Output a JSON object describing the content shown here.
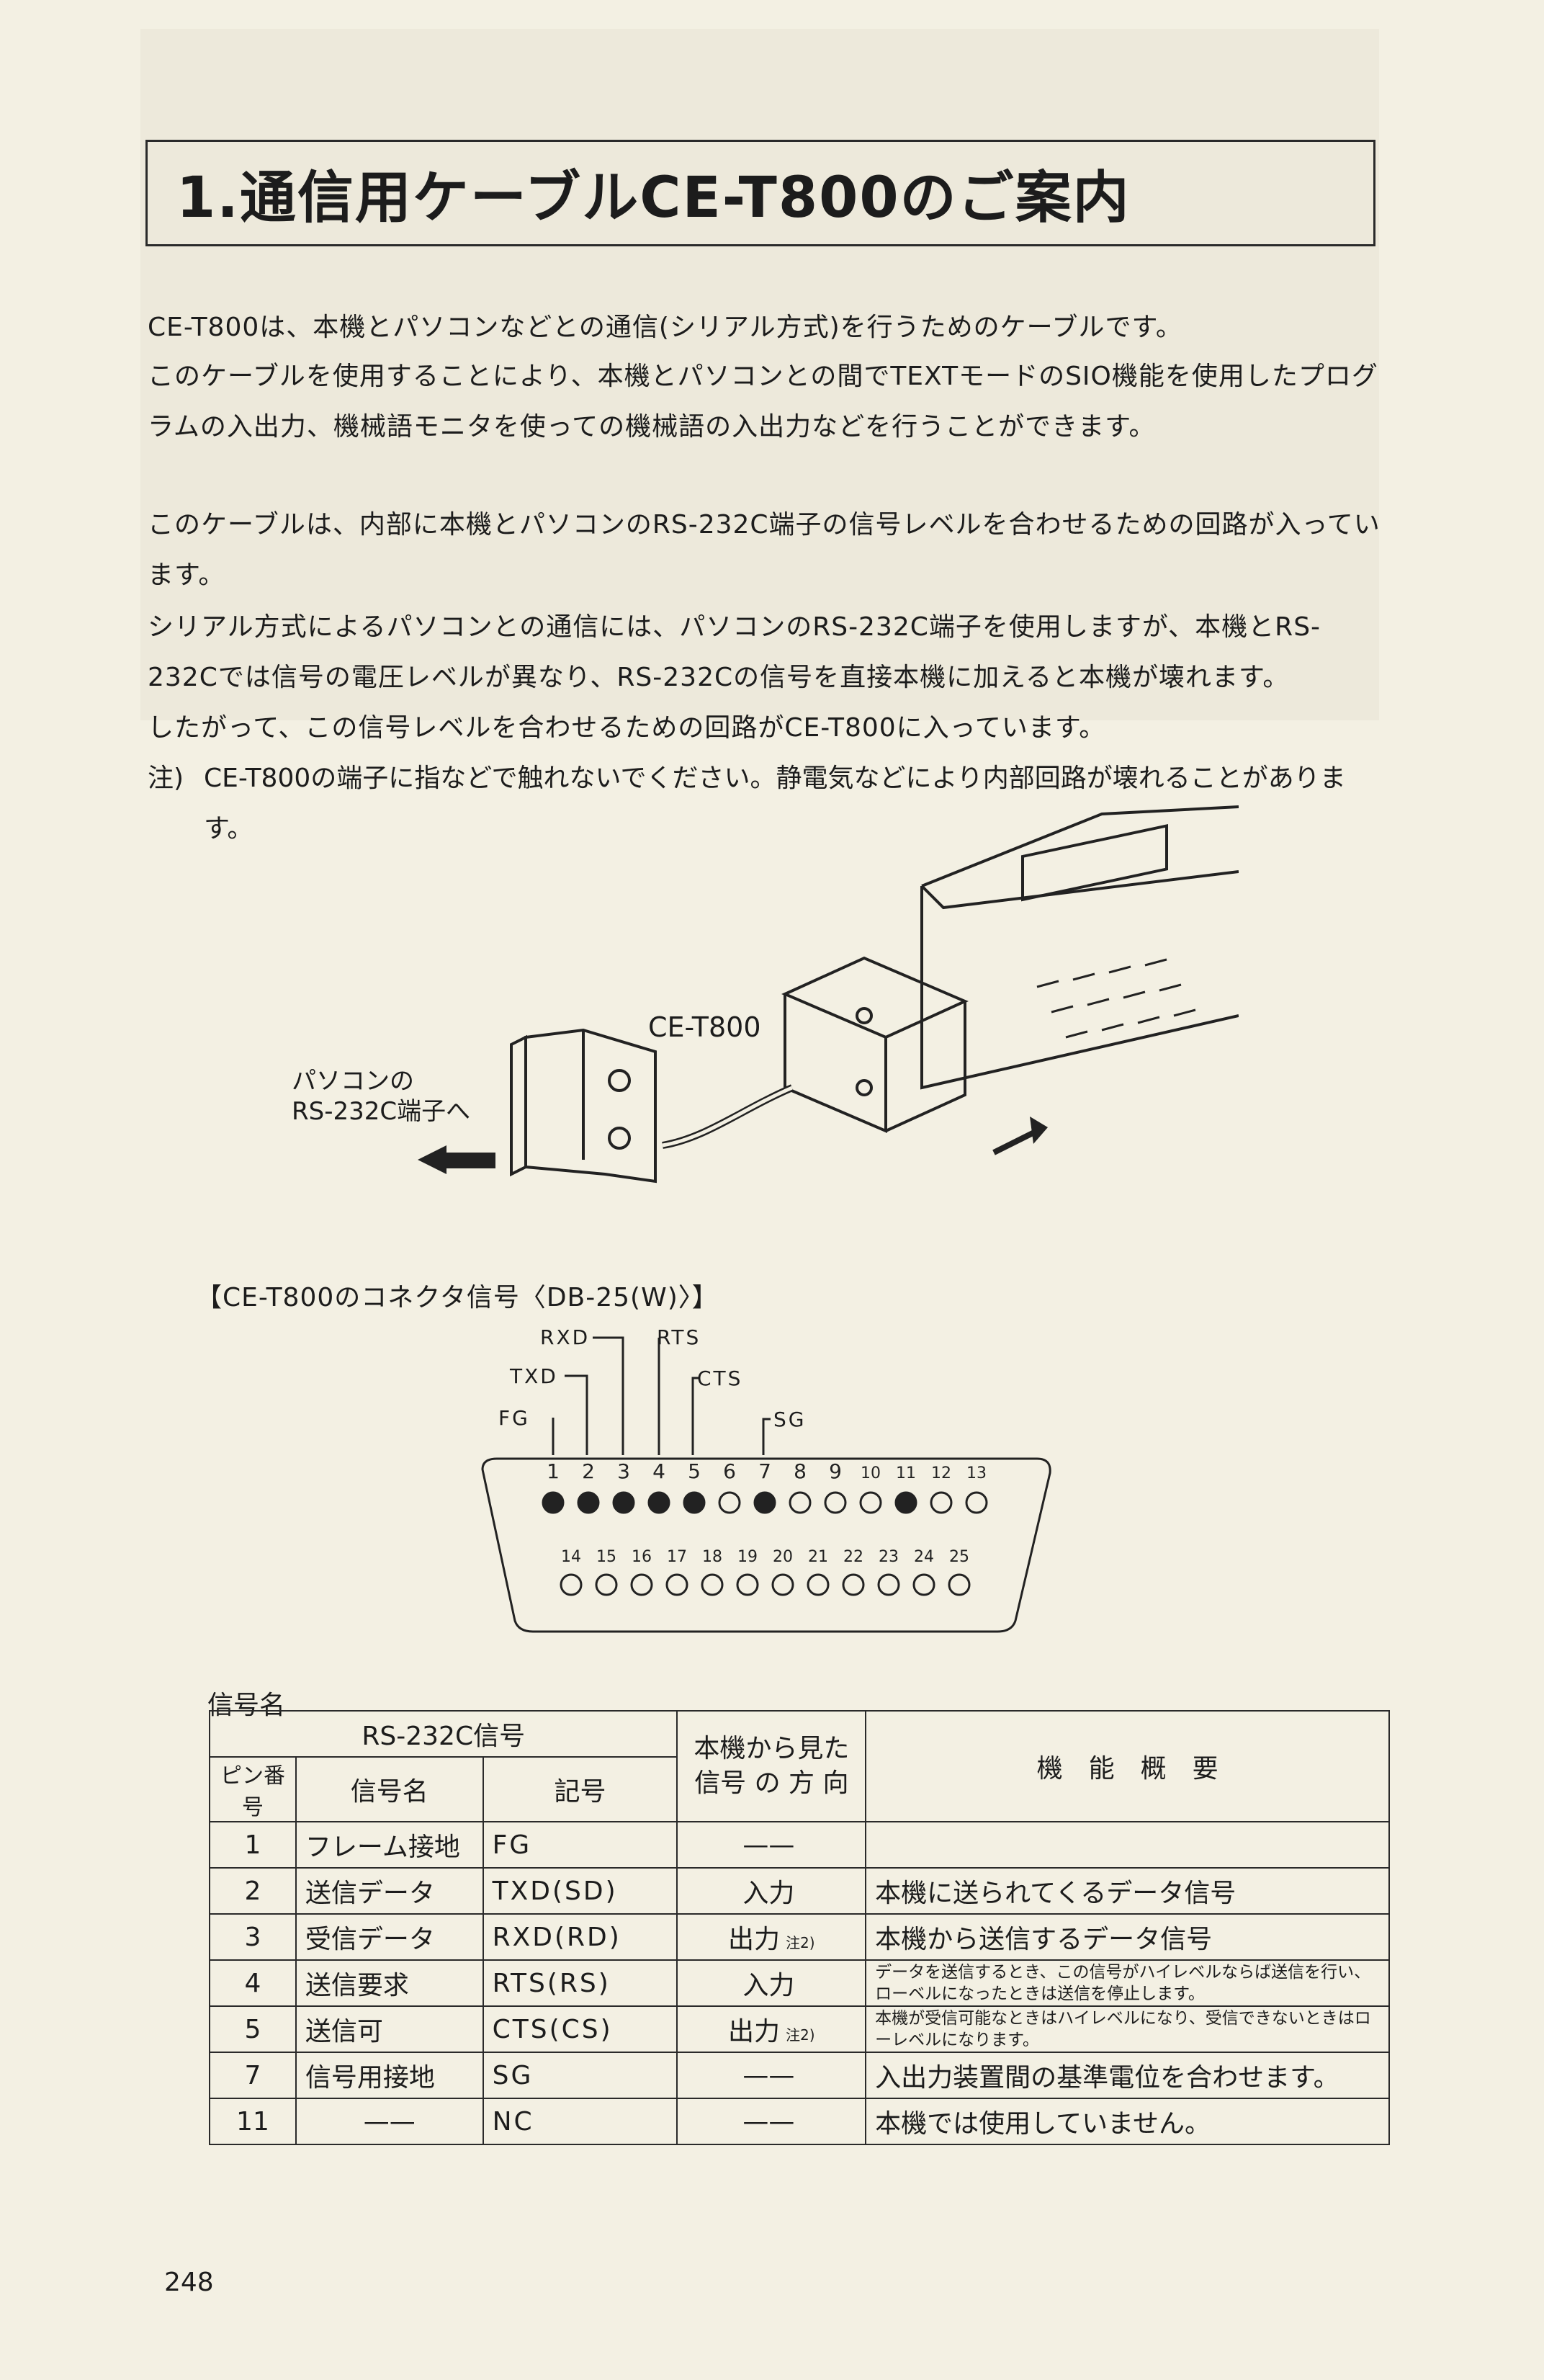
{
  "title": "1.通信用ケーブルCE-T800のご案内",
  "paragraphs": [
    "CE-T800は、本機とパソコンなどとの通信(シリアル方式)を行うためのケーブルです。",
    "このケーブルを使用することにより、本機とパソコンとの間でTEXTモードのSIO機能を使用したプログラムの入出力、機械語モニタを使っての機械語の入出力などを行うことができます。",
    "このケーブルは、内部に本機とパソコンのRS-232C端子の信号レベルを合わせるための回路が入っています。",
    "シリアル方式によるパソコンとの通信には、パソコンのRS-232C端子を使用しますが、本機とRS-232Cでは信号の電圧レベルが異なり、RS-232Cの信号を直接本機に加えると本機が壊れます。",
    "したがって、この信号レベルを合わせるための回路がCE-T800に入っています。"
  ],
  "note": {
    "label": "注)",
    "text": "CE-T800の端子に指などで触れないでください。静電気などにより内部回路が壊れることがあります。"
  },
  "illustration": {
    "cable_label": "CE-T800",
    "pc_label_line1": "パソコンの",
    "pc_label_line2": "RS-232C端子へ"
  },
  "connector": {
    "title": "【CE-T800のコネクタ信号〈DB-25(W)〉】",
    "signal_labels": [
      "RXD",
      "TXD",
      "FG",
      "RTS",
      "CTS",
      "SG"
    ],
    "top_row_pins": [
      "1",
      "2",
      "3",
      "4",
      "5",
      "6",
      "7",
      "8",
      "9",
      "10",
      "11",
      "12",
      "13"
    ],
    "bottom_row_pins": [
      "14",
      "15",
      "16",
      "17",
      "18",
      "19",
      "20",
      "21",
      "22",
      "23",
      "24",
      "25"
    ],
    "used_pins": [
      1,
      2,
      3,
      4,
      5,
      7,
      11
    ]
  },
  "table": {
    "caption": "信号名",
    "header": {
      "group": "RS-232C信号",
      "direction_line1": "本機から見た",
      "direction_line2": "信号 の 方 向",
      "function": "機　能　概　要",
      "pin": "ピン番号",
      "name": "信号名",
      "symbol": "記号"
    },
    "rows": [
      {
        "pin": "1",
        "name": "フレーム接地",
        "symbol": "FG",
        "dir": "——",
        "note": "",
        "func": ""
      },
      {
        "pin": "2",
        "name": "送信データ",
        "symbol": "TXD(SD)",
        "dir": "入力",
        "note": "",
        "func": "本機に送られてくるデータ信号"
      },
      {
        "pin": "3",
        "name": "受信データ",
        "symbol": "RXD(RD)",
        "dir": "出力",
        "note": "注2)",
        "func": "本機から送信するデータ信号"
      },
      {
        "pin": "4",
        "name": "送信要求",
        "symbol": "RTS(RS)",
        "dir": "入力",
        "note": "",
        "func": "データを送信するとき、この信号がハイレベルならば送信を行い、ローベルになったときは送信を停止します。"
      },
      {
        "pin": "5",
        "name": "送信可",
        "symbol": "CTS(CS)",
        "dir": "出力",
        "note": "注2)",
        "func": "本機が受信可能なときはハイレベルになり、受信できないときはローレベルになります。"
      },
      {
        "pin": "7",
        "name": "信号用接地",
        "symbol": "SG",
        "dir": "——",
        "note": "",
        "func": "入出力装置間の基準電位を合わせます。"
      },
      {
        "pin": "11",
        "name": "——",
        "symbol": "NC",
        "dir": "——",
        "note": "",
        "func": "本機では使用していません。"
      }
    ]
  },
  "page_number": "248"
}
